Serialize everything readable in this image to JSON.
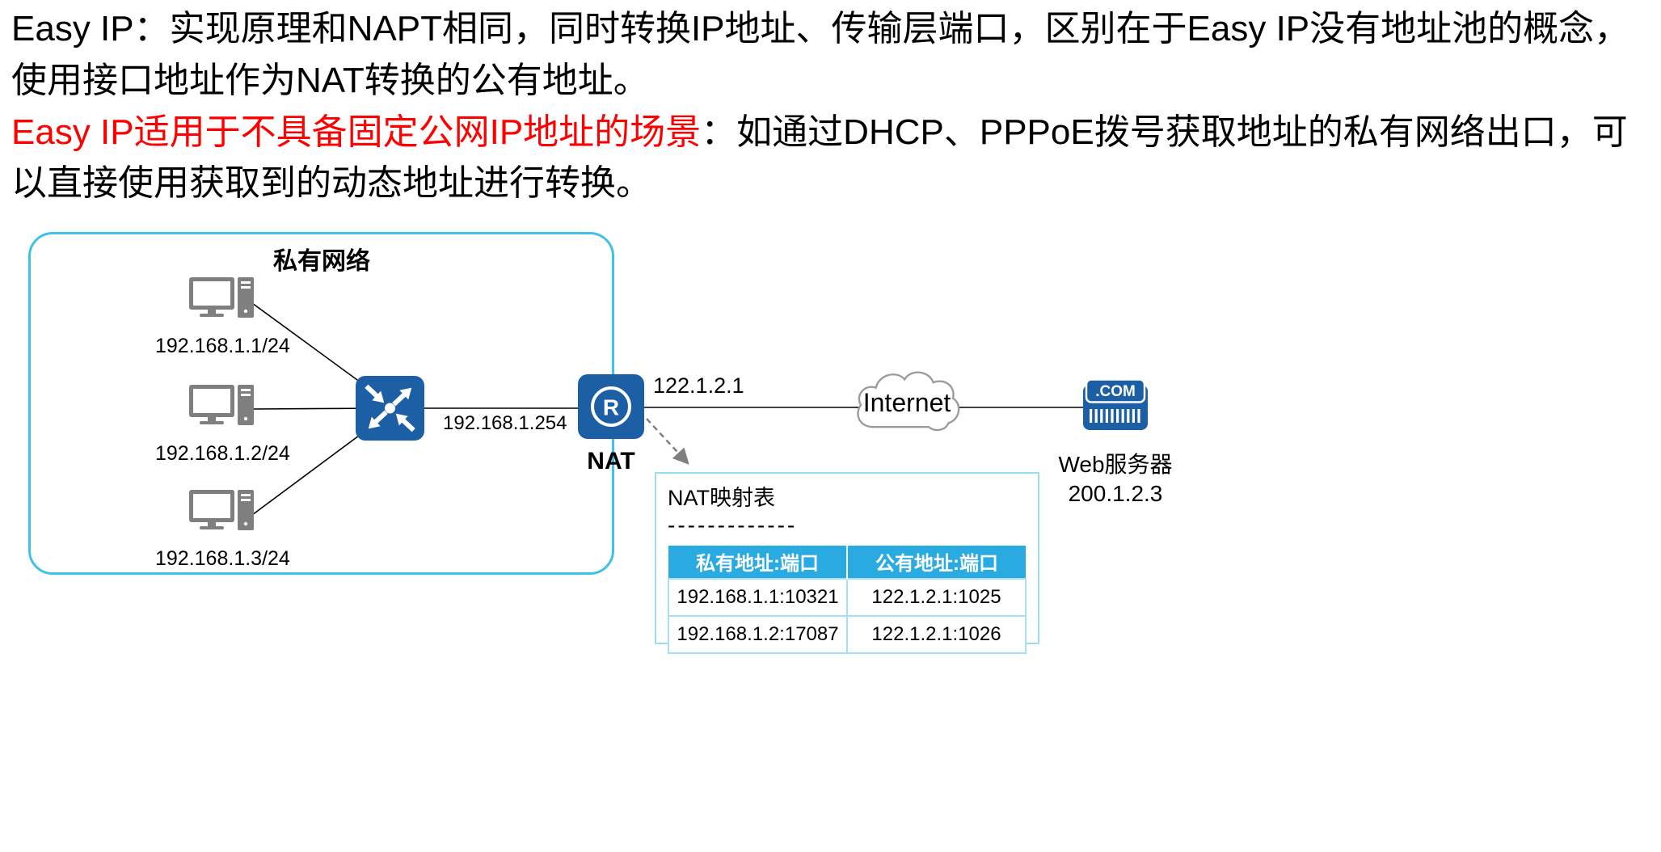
{
  "intro": {
    "para1": "Easy IP：实现原理和NAPT相同，同时转换IP地址、传输层端口，区别在于Easy IP没有地址池的概念，使用接口地址作为NAT转换的公有地址。",
    "para2_highlight": "Easy IP适用于不具备固定公网IP地址的场景",
    "para2_rest": "：如通过DHCP、PPPoE拨号获取地址的私有网络出口，可以直接使用获取到的动态地址进行转换。"
  },
  "diagram": {
    "private_network_label": "私有网络",
    "hosts": [
      {
        "ip": "192.168.1.1/24"
      },
      {
        "ip": "192.168.1.2/24"
      },
      {
        "ip": "192.168.1.3/24"
      }
    ],
    "lan_interface_ip": "192.168.1.254",
    "router_label": "NAT",
    "router_icon_glyph": "R",
    "wan_ip": "122.1.2.1",
    "internet_label": "Internet",
    "web_server": {
      "icon_text": ".COM",
      "name": "Web服务器",
      "ip": "200.1.2.3"
    }
  },
  "nat_table": {
    "title": "NAT映射表",
    "divider": "-------------",
    "headers": [
      "私有地址:端口",
      "公有地址:端口"
    ],
    "rows": [
      [
        "192.168.1.1:10321",
        "122.1.2.1:1025"
      ],
      [
        "192.168.1.2:17087",
        "122.1.2.1:1026"
      ]
    ]
  },
  "colors": {
    "highlight_red": "#FF0000",
    "node_blue": "#1D5FA5",
    "network_box_border": "#3FC1E9",
    "table_header_bg": "#29ABE2",
    "table_border": "#A5DEF5",
    "cloud_stroke": "#9B9B9B"
  }
}
